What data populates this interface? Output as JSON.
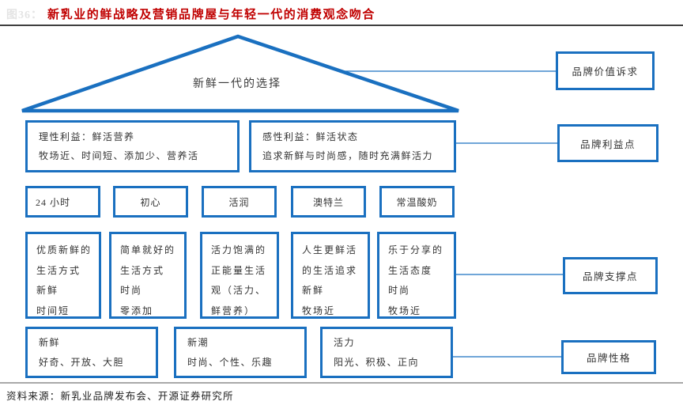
{
  "header": {
    "figure_label": "图36：",
    "title": "新乳业的鲜战略及营销品牌屋与年轻一代的消费观念吻合"
  },
  "roof": {
    "label": "新鲜一代的选择"
  },
  "benefit_boxes": [
    {
      "title": "理性利益：鲜活营养",
      "desc": "牧场近、时间短、添加少、营养活"
    },
    {
      "title": "感性利益：鲜活状态",
      "desc": "追求新鲜与时尚感，随时充满鲜活力"
    }
  ],
  "brand_boxes": [
    {
      "label": "24 小时"
    },
    {
      "label": "初心"
    },
    {
      "label": "活润"
    },
    {
      "label": "澳特兰"
    },
    {
      "label": "常温酸奶"
    }
  ],
  "support_boxes": [
    {
      "lines": [
        "优质新鲜的",
        "生活方式",
        "新鲜",
        "时间短"
      ]
    },
    {
      "lines": [
        "简单就好的",
        "生活方式",
        "时尚",
        "零添加"
      ]
    },
    {
      "lines": [
        "活力饱满的",
        "正能量生活",
        "观（活力、",
        "鲜营养）"
      ]
    },
    {
      "lines": [
        "人生更鲜活",
        "的生活追求",
        "新鲜",
        "牧场近"
      ]
    },
    {
      "lines": [
        "乐于分享的",
        "生活态度",
        "时尚",
        "牧场近"
      ]
    }
  ],
  "personality_boxes": [
    {
      "title": "新鲜",
      "desc": "好奇、开放、大胆"
    },
    {
      "title": "新潮",
      "desc": "时尚、个性、乐趣"
    },
    {
      "title": "活力",
      "desc": "阳光、积极、正向"
    }
  ],
  "right_labels": [
    {
      "label": "品牌价值诉求"
    },
    {
      "label": "品牌利益点"
    },
    {
      "label": "品牌支撑点"
    },
    {
      "label": "品牌性格"
    }
  ],
  "footer": {
    "source": "资料来源：新乳业品牌发布会、开源证券研究所"
  },
  "colors": {
    "accent_blue": "#1a70c0",
    "title_red": "#c00000",
    "text_dark": "#333333"
  }
}
